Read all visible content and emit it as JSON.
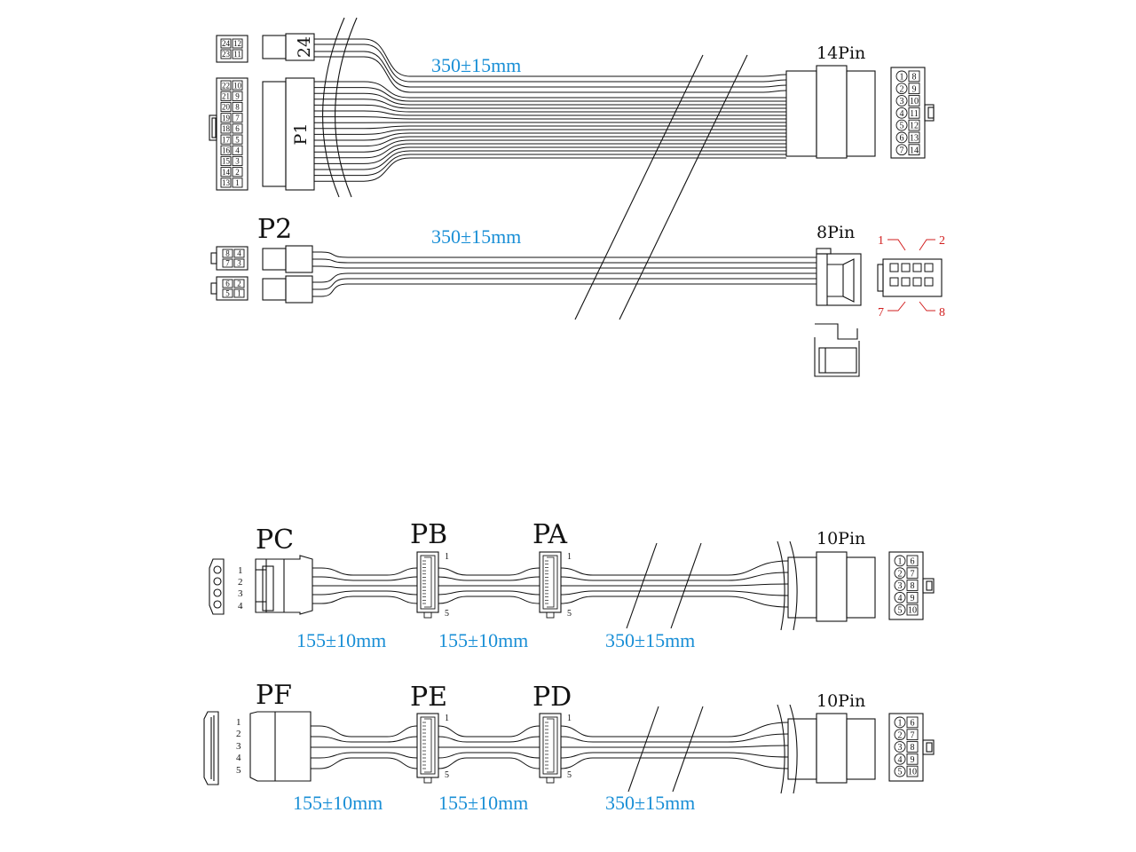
{
  "colors": {
    "line": "#111111",
    "dimension": "#1a8fd6",
    "pin_callout": "#d21f1f"
  },
  "cable_main": {
    "label_14pin": "14Pin",
    "label_24": "24",
    "label_p1": "P1",
    "length": "350±15mm",
    "pins_24_small": [
      [
        "24",
        "12"
      ],
      [
        "23",
        "11"
      ]
    ],
    "pins_24_main": [
      [
        "22",
        "10"
      ],
      [
        "21",
        "9"
      ],
      [
        "20",
        "8"
      ],
      [
        "19",
        "7"
      ],
      [
        "18",
        "6"
      ],
      [
        "17",
        "5"
      ],
      [
        "16",
        "4"
      ],
      [
        "15",
        "3"
      ],
      [
        "14",
        "2"
      ],
      [
        "13",
        "1"
      ]
    ],
    "pins_14": [
      [
        "1",
        "8"
      ],
      [
        "2",
        "9"
      ],
      [
        "3",
        "10"
      ],
      [
        "4",
        "11"
      ],
      [
        "5",
        "12"
      ],
      [
        "6",
        "13"
      ],
      [
        "7",
        "14"
      ]
    ]
  },
  "cable_cpu": {
    "label_p2": "P2",
    "label_8pin": "8Pin",
    "length": "350±15mm",
    "pins_a": [
      [
        "8",
        "4"
      ],
      [
        "7",
        "3"
      ]
    ],
    "pins_b": [
      [
        "6",
        "2"
      ],
      [
        "5",
        "1"
      ]
    ],
    "callouts": [
      "1",
      "2",
      "7",
      "8"
    ]
  },
  "cable_molex": {
    "label_pc": "PC",
    "label_pb": "PB",
    "label_pa": "PA",
    "label_10pin": "10Pin",
    "molex_pins": [
      "1",
      "2",
      "3",
      "4"
    ],
    "sata_top": "1",
    "sata_bottom": "5",
    "length_a": "155±10mm",
    "length_b": "155±10mm",
    "length_c": "350±15mm",
    "pins_10": [
      [
        "1",
        "6"
      ],
      [
        "2",
        "7"
      ],
      [
        "3",
        "8"
      ],
      [
        "4",
        "9"
      ],
      [
        "5",
        "10"
      ]
    ]
  },
  "cable_sata": {
    "label_pf": "PF",
    "label_pe": "PE",
    "label_pd": "PD",
    "label_10pin": "10Pin",
    "sata_pins": [
      "1",
      "2",
      "3",
      "4",
      "5"
    ],
    "sata_top": "1",
    "sata_bottom": "5",
    "length_a": "155±10mm",
    "length_b": "155±10mm",
    "length_c": "350±15mm",
    "pins_10": [
      [
        "1",
        "6"
      ],
      [
        "2",
        "7"
      ],
      [
        "3",
        "8"
      ],
      [
        "4",
        "9"
      ],
      [
        "5",
        "10"
      ]
    ]
  }
}
